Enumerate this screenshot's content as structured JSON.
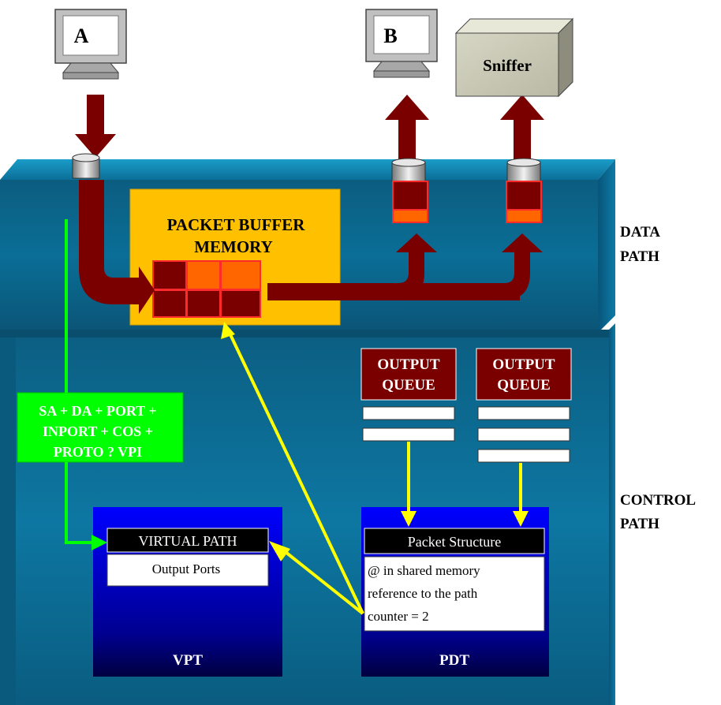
{
  "computers": {
    "a_label": "A",
    "b_label": "B",
    "sniffer_label": "Sniffer"
  },
  "buffer": {
    "title_line1": "PACKET BUFFER",
    "title_line2": "MEMORY"
  },
  "side_labels": {
    "data_line1": "DATA",
    "data_line2": "PATH",
    "control_line1": "CONTROL",
    "control_line2": "PATH"
  },
  "queues": [
    {
      "line1": "OUTPUT",
      "line2": "QUEUE"
    },
    {
      "line1": "OUTPUT",
      "line2": "QUEUE"
    }
  ],
  "lookup": {
    "line1": "SA + DA + PORT +",
    "line2": "INPORT + COS +",
    "line3": "PROTO ?  VPI"
  },
  "vpt": {
    "header": "VIRTUAL PATH",
    "body": "Output Ports",
    "footer": "VPT"
  },
  "pdt": {
    "header": "Packet Structure",
    "line1": "@ in shared memory",
    "line2": "reference to the path",
    "line3": "counter = 2",
    "footer": "PDT"
  },
  "colors": {
    "chassis_blue": "#0a6f9a",
    "buffer_gold": "#ffc000",
    "packet_dark_red": "#7a0000",
    "packet_orange": "#ff6600",
    "signal_green": "#00ff00",
    "signal_yellow": "#ffff00",
    "table_navy": "#00007a"
  }
}
